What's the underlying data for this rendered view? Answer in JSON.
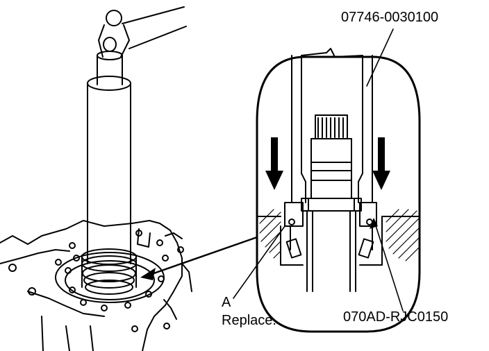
{
  "labels": {
    "tool_top": "07746-0030100",
    "tool_bottom": "070AD-RJC0150",
    "ref_a": "A",
    "ref_a_note": "Replace."
  },
  "colors": {
    "ink": "#000000",
    "paper": "#ffffff"
  }
}
